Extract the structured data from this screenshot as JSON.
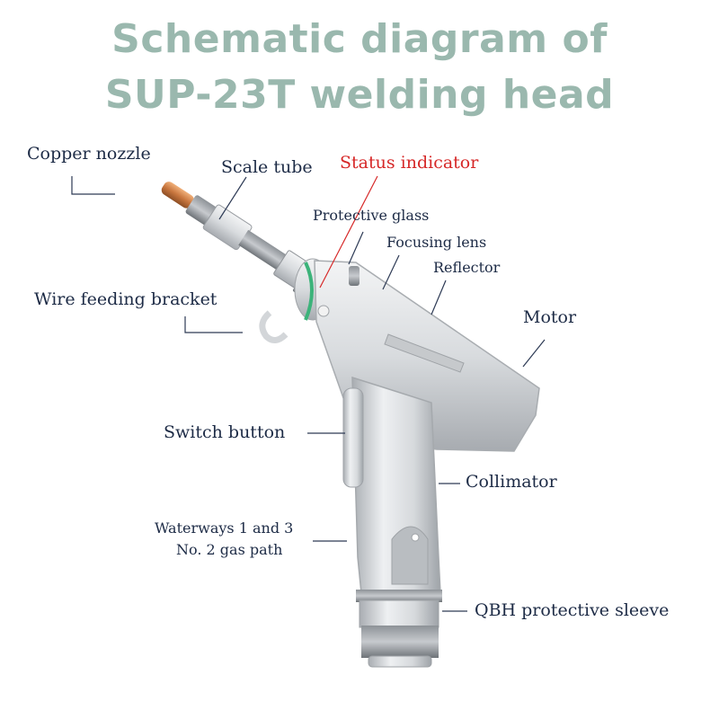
{
  "title": {
    "line1": "Schematic diagram of",
    "line2": "SUP-23T welding head"
  },
  "labels": {
    "copper_nozzle": "Copper nozzle",
    "scale_tube": "Scale tube",
    "status_indicator": "Status indicator",
    "protective_glass": "Protective glass",
    "focusing_lens": "Focusing lens",
    "reflector": "Reflector",
    "motor": "Motor",
    "wire_feeding_bracket": "Wire feeding bracket",
    "switch_button": "Switch button",
    "collimator": "Collimator",
    "waterways_line1": "Waterways 1 and 3",
    "waterways_line2": "No. 2 gas path",
    "qbh_sleeve": "QBH protective sleeve"
  },
  "colors": {
    "title": "#9ab8ae",
    "label": "#1d2b46",
    "status_label": "#d62828",
    "body": "#d9dbdd",
    "nozzle": "#d08a55",
    "indicator_ring": "#3cb37a"
  }
}
